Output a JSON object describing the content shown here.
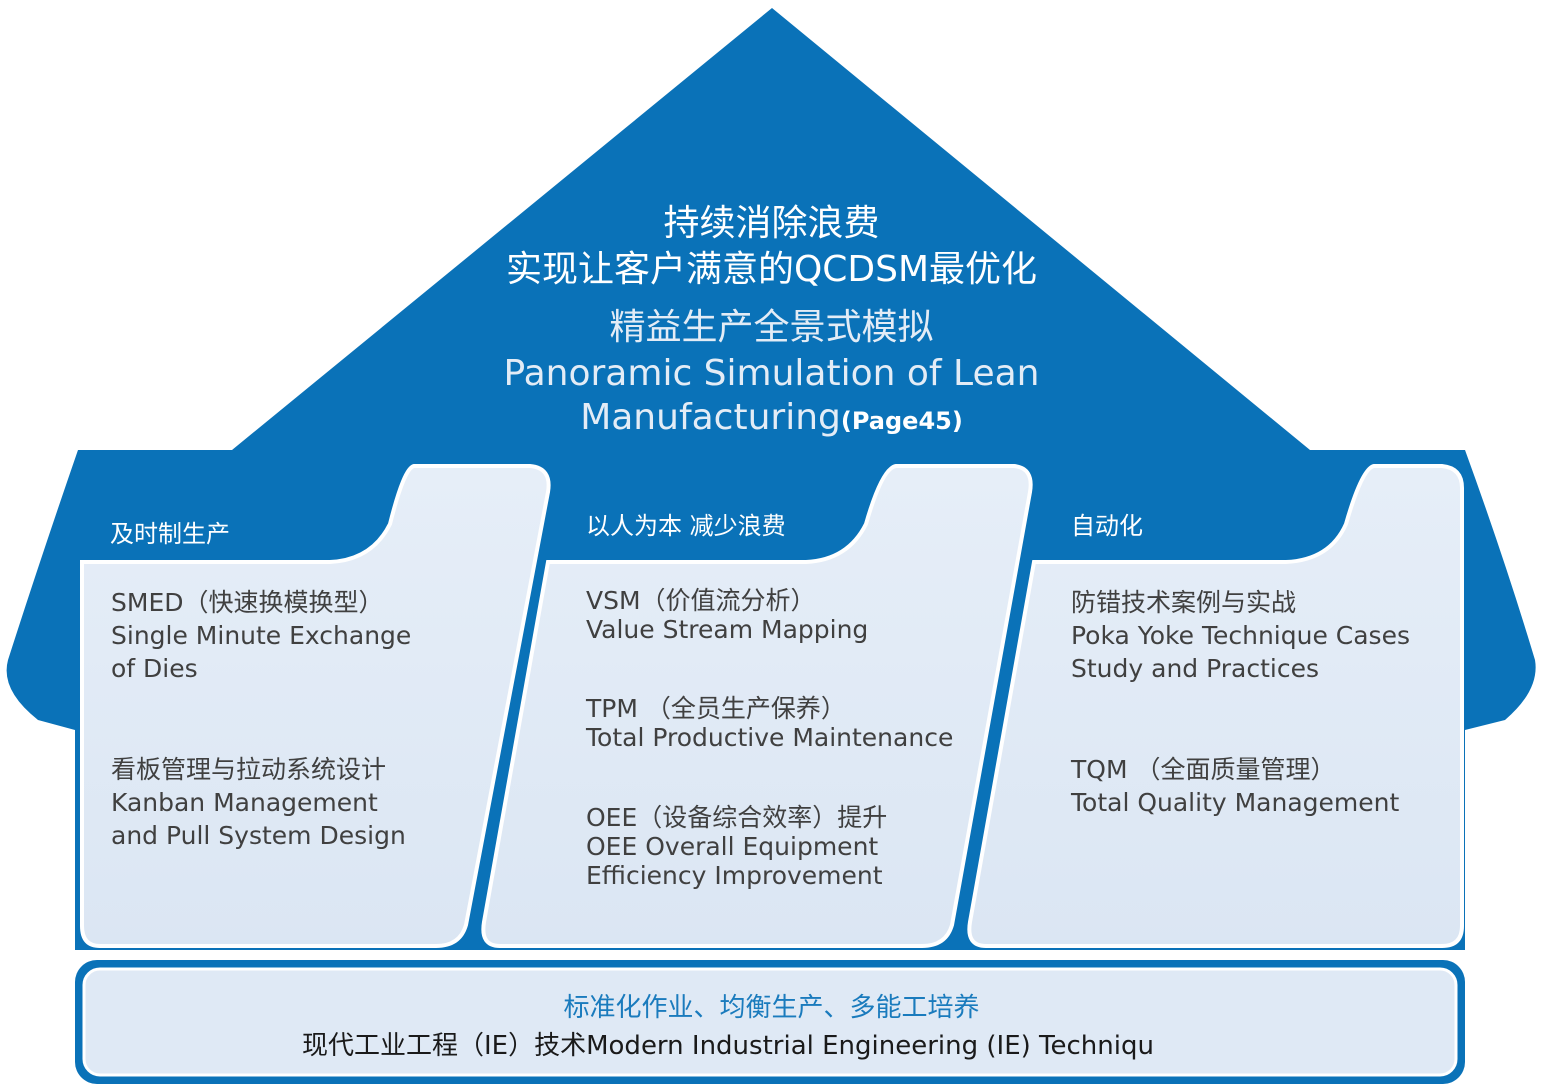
{
  "roof": {
    "line1": "持续消除浪费",
    "line2": "实现让客户满意的QCDSM最优化",
    "line3": "精益生产全景式模拟",
    "line4": "Panoramic Simulation of Lean",
    "line5": "Manufacturing",
    "page_ref": "(Page45)"
  },
  "pillars": [
    {
      "title": "及时制生产",
      "items": [
        {
          "cn": "SMED（快速换模换型）",
          "en1": "Single Minute Exchange",
          "en2": "of Dies"
        },
        {
          "cn": "看板管理与拉动系统设计",
          "en1": "Kanban Management",
          "en2": "and Pull System Design"
        }
      ]
    },
    {
      "title": "以人为本 减少浪费",
      "items": [
        {
          "cn": "VSM（价值流分析）",
          "en1": "Value Stream Mapping",
          "en2": ""
        },
        {
          "cn": "TPM （全员生产保养）",
          "en1": "Total Productive Maintenance",
          "en2": ""
        },
        {
          "cn": "OEE（设备综合效率）提升",
          "en1": "OEE Overall Equipment",
          "en2": "Efficiency Improvement"
        }
      ]
    },
    {
      "title": "自动化",
      "items": [
        {
          "cn": "防错技术案例与实战",
          "en1": "Poka Yoke Technique Cases",
          "en2": "Study and Practices"
        },
        {
          "cn": "TQM （全面质量管理）",
          "en1": "Total Quality Management",
          "en2": ""
        }
      ]
    }
  ],
  "base": {
    "title": "标准化作业、均衡生产、多能工培养",
    "subtitle": "现代工业工程（IE）技术Modern Industrial Engineering (IE) Technique"
  },
  "colors": {
    "primary_blue": "#0a72b8",
    "panel_fill": "#dfe9f5",
    "base_text": "#1a7bbd"
  }
}
